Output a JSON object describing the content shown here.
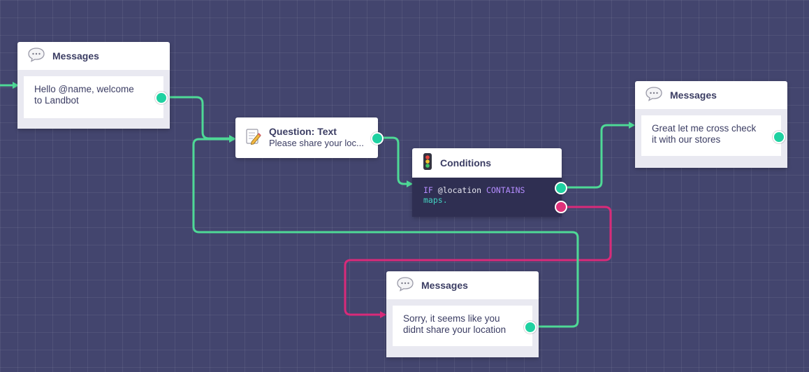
{
  "colors": {
    "canvas": "#43456e",
    "accent_green": "#1fd1a1",
    "wire_green": "#4ed996",
    "wire_red": "#d92a79",
    "node_title": "#3b3d63",
    "code_bg": "#2f2f52"
  },
  "nodes": {
    "messages_1": {
      "icon": "speech-bubble-icon",
      "title": "Messages",
      "text": "Hello @name, welcome to Landbot"
    },
    "question": {
      "icon": "memo-pencil-icon",
      "title": "Question: Text",
      "subtitle": "Please share your loc..."
    },
    "conditions": {
      "icon": "traffic-light-icon",
      "title": "Conditions",
      "code": {
        "keyword_if": "IF",
        "variable": "@location",
        "operator": "CONTAINS",
        "value": "maps."
      }
    },
    "messages_2": {
      "icon": "speech-bubble-icon",
      "title": "Messages",
      "text": "Great let me cross check it with our stores"
    },
    "messages_3": {
      "icon": "speech-bubble-icon",
      "title": "Messages",
      "text": "Sorry, it seems like you didnt share your location"
    }
  }
}
